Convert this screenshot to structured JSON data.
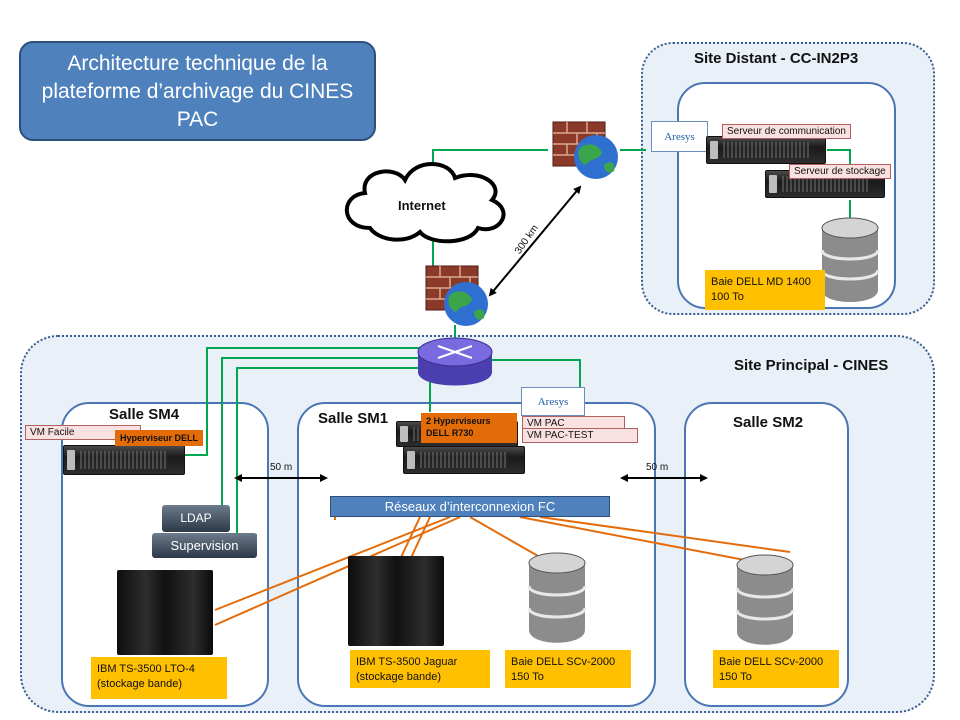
{
  "title": "Architecture technique de la plateforme d’archivage du CINES PAC",
  "sites": {
    "remote": "Site Distant - CC-IN2P3",
    "main": "Site Principal - CINES"
  },
  "rooms": {
    "sm4": "Salle  SM4",
    "sm1": "Salle SM1",
    "sm2": "Salle SM2"
  },
  "network": {
    "internet": "Internet",
    "fc": "Réseaux d’interconnexion FC",
    "distance_remote": "300 km",
    "distance_sm4": "50 m",
    "distance_sm2": "50 m"
  },
  "remote": {
    "comm_server": "Serveur  de communication",
    "storage_server": "Serveur de stockage",
    "storage_array": "Baie DELL  MD 1400\n100 To",
    "aresys_logo": "Aresys"
  },
  "sm4": {
    "vm": "VM Facile",
    "hypervisor": "Hyperviseur DELL",
    "ldap": "LDAP",
    "supervision": "Supervision",
    "tape": "IBM TS-3500  LTO-4\n(stockage bande)"
  },
  "sm1": {
    "hypervisors": "2 Hyperviseurs\nDELL R730",
    "vm_pac": "VM PAC",
    "vm_pac_test": "VM PAC-TEST",
    "tape": "IBM TS-3500  Jaguar\n(stockage bande)",
    "array": "Baie DELL  SCv-2000\n150 To",
    "aresys_logo": "Aresys"
  },
  "sm2": {
    "array": "Baie DELL  SCv-2000\n150 To"
  },
  "colors": {
    "zone_bg": "#eaf0f8",
    "zone_border": "#3a5f8e",
    "room_border": "#4a76b4",
    "title_bg": "#4f81bd",
    "label_yellow": "#ffc000",
    "label_orange": "#e36c09",
    "label_pink": "#f9e1e1",
    "green_link": "#00a651",
    "orange_link": "#e46c0a"
  }
}
